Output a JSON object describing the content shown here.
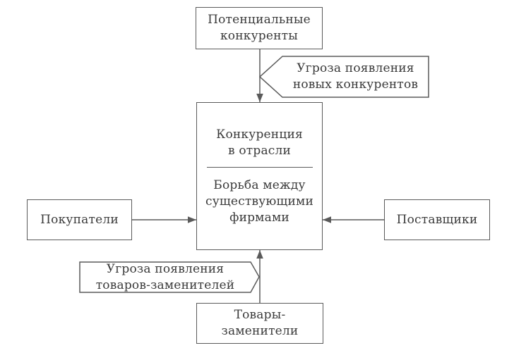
{
  "diagram": {
    "potential_competitors": "Потенциальные\nконкуренты",
    "threat_new_entrants": "Угроза появления\nновых конкурентов",
    "industry_competition": {
      "title": "Конкуренция\nв отрасли",
      "subtitle": "Борьба между\nсуществующими\nфирмами"
    },
    "buyers": "Покупатели",
    "suppliers": "Поставщики",
    "threat_substitutes": "Угроза появления\nтоваров-заменителей",
    "substitutes": "Товары-\nзаменители"
  },
  "colors": {
    "line": "#5a5a5a",
    "text": "#3a3a3a",
    "background": "#ffffff"
  }
}
